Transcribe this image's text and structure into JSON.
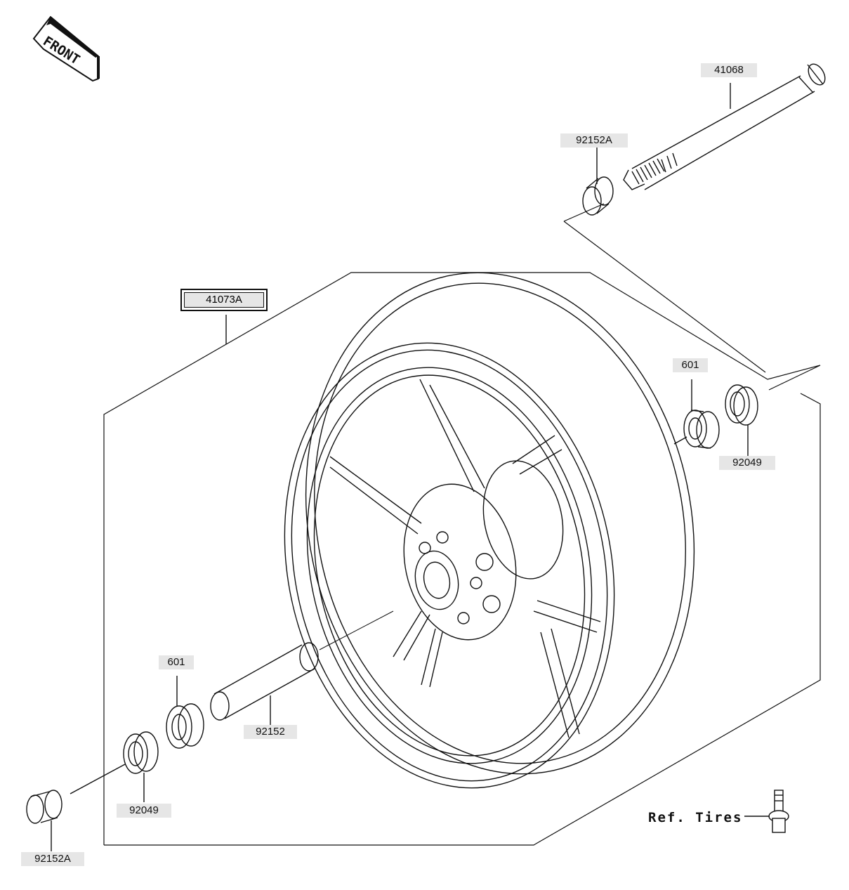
{
  "front_indicator": {
    "text": "FRONT",
    "icon": "front-arrow-icon"
  },
  "parts": {
    "axle": "41068",
    "collar_right": "92152A",
    "wheel_assembly": "41073A",
    "bearing_right": "601",
    "seal_right": "92049",
    "bearing_left": "601",
    "spacer": "92152",
    "seal_left": "92049",
    "collar_left": "92152A"
  },
  "reference": {
    "text": "Ref. Tires",
    "icon": "tire-valve-icon"
  }
}
